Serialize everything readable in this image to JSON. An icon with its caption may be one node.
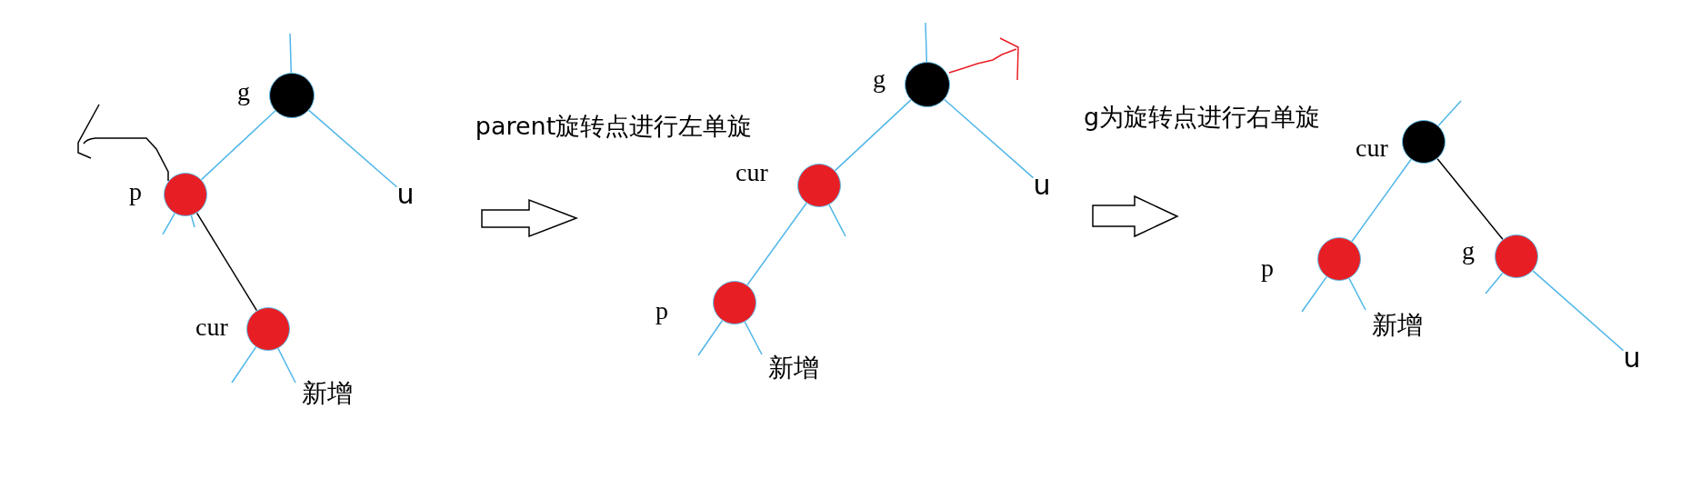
{
  "diagram": {
    "nodes": [
      {
        "text": [],
        "shape": "circle",
        "beside": [
          "g"
        ]
      },
      {
        "text": [],
        "shape": "circle",
        "beside": [
          "p"
        ]
      },
      {
        "text": [
          "u"
        ]
      },
      {
        "text": [],
        "shape": "circle",
        "beside": [
          "cur",
          "新增"
        ]
      },
      {
        "text": [],
        "shape": "circle",
        "beside": [
          "g"
        ]
      },
      {
        "text": [],
        "shape": "circle",
        "beside": [
          "cur"
        ]
      },
      {
        "text": [
          "u"
        ]
      },
      {
        "text": [],
        "shape": "circle",
        "beside": [
          "p",
          "新增"
        ]
      },
      {
        "text": [],
        "shape": "circle",
        "beside": [
          "cur"
        ]
      },
      {
        "text": [],
        "shape": "circle",
        "beside": [
          "p",
          "新增"
        ]
      },
      {
        "text": [],
        "shape": "circle",
        "beside": [
          "g"
        ]
      },
      {
        "text": [
          "u"
        ]
      }
    ],
    "edges": [
      {
        "from": null,
        "to": 0,
        "arrow": "none"
      },
      {
        "from": 0,
        "to": 1,
        "arrow": "none"
      },
      {
        "from": 0,
        "to": 2,
        "arrow": "none"
      },
      {
        "from": 1,
        "to": null,
        "arrow": "none"
      },
      {
        "from": 1,
        "to": null,
        "arrow": "none"
      },
      {
        "from": 1,
        "to": 3,
        "arrow": "none",
        "color": "#000000"
      },
      {
        "from": 3,
        "to": null,
        "arrow": "none"
      },
      {
        "from": 3,
        "to": null,
        "arrow": "none"
      },
      {
        "from": null,
        "to": 4,
        "arrow": "none"
      },
      {
        "from": 4,
        "to": 5,
        "arrow": "none"
      },
      {
        "from": 4,
        "to": 6,
        "arrow": "none"
      },
      {
        "from": 5,
        "to": 7,
        "arrow": "none"
      },
      {
        "from": 5,
        "to": null,
        "arrow": "none"
      },
      {
        "from": 7,
        "to": null,
        "arrow": "none"
      },
      {
        "from": 7,
        "to": null,
        "arrow": "none"
      },
      {
        "from": null,
        "to": 8,
        "arrow": "none"
      },
      {
        "from": 8,
        "to": 9,
        "arrow": "none"
      },
      {
        "from": 8,
        "to": 10,
        "arrow": "none",
        "color": "#000000"
      },
      {
        "from": 9,
        "to": null,
        "arrow": "none"
      },
      {
        "from": 9,
        "to": null,
        "arrow": "none"
      },
      {
        "from": 10,
        "to": null,
        "arrow": "none"
      },
      {
        "from": 10,
        "to": 11,
        "arrow": "none"
      }
    ],
    "labels": [
      "parent旋转点进行左单旋",
      "g为旋转点进行右单旋"
    ]
  }
}
